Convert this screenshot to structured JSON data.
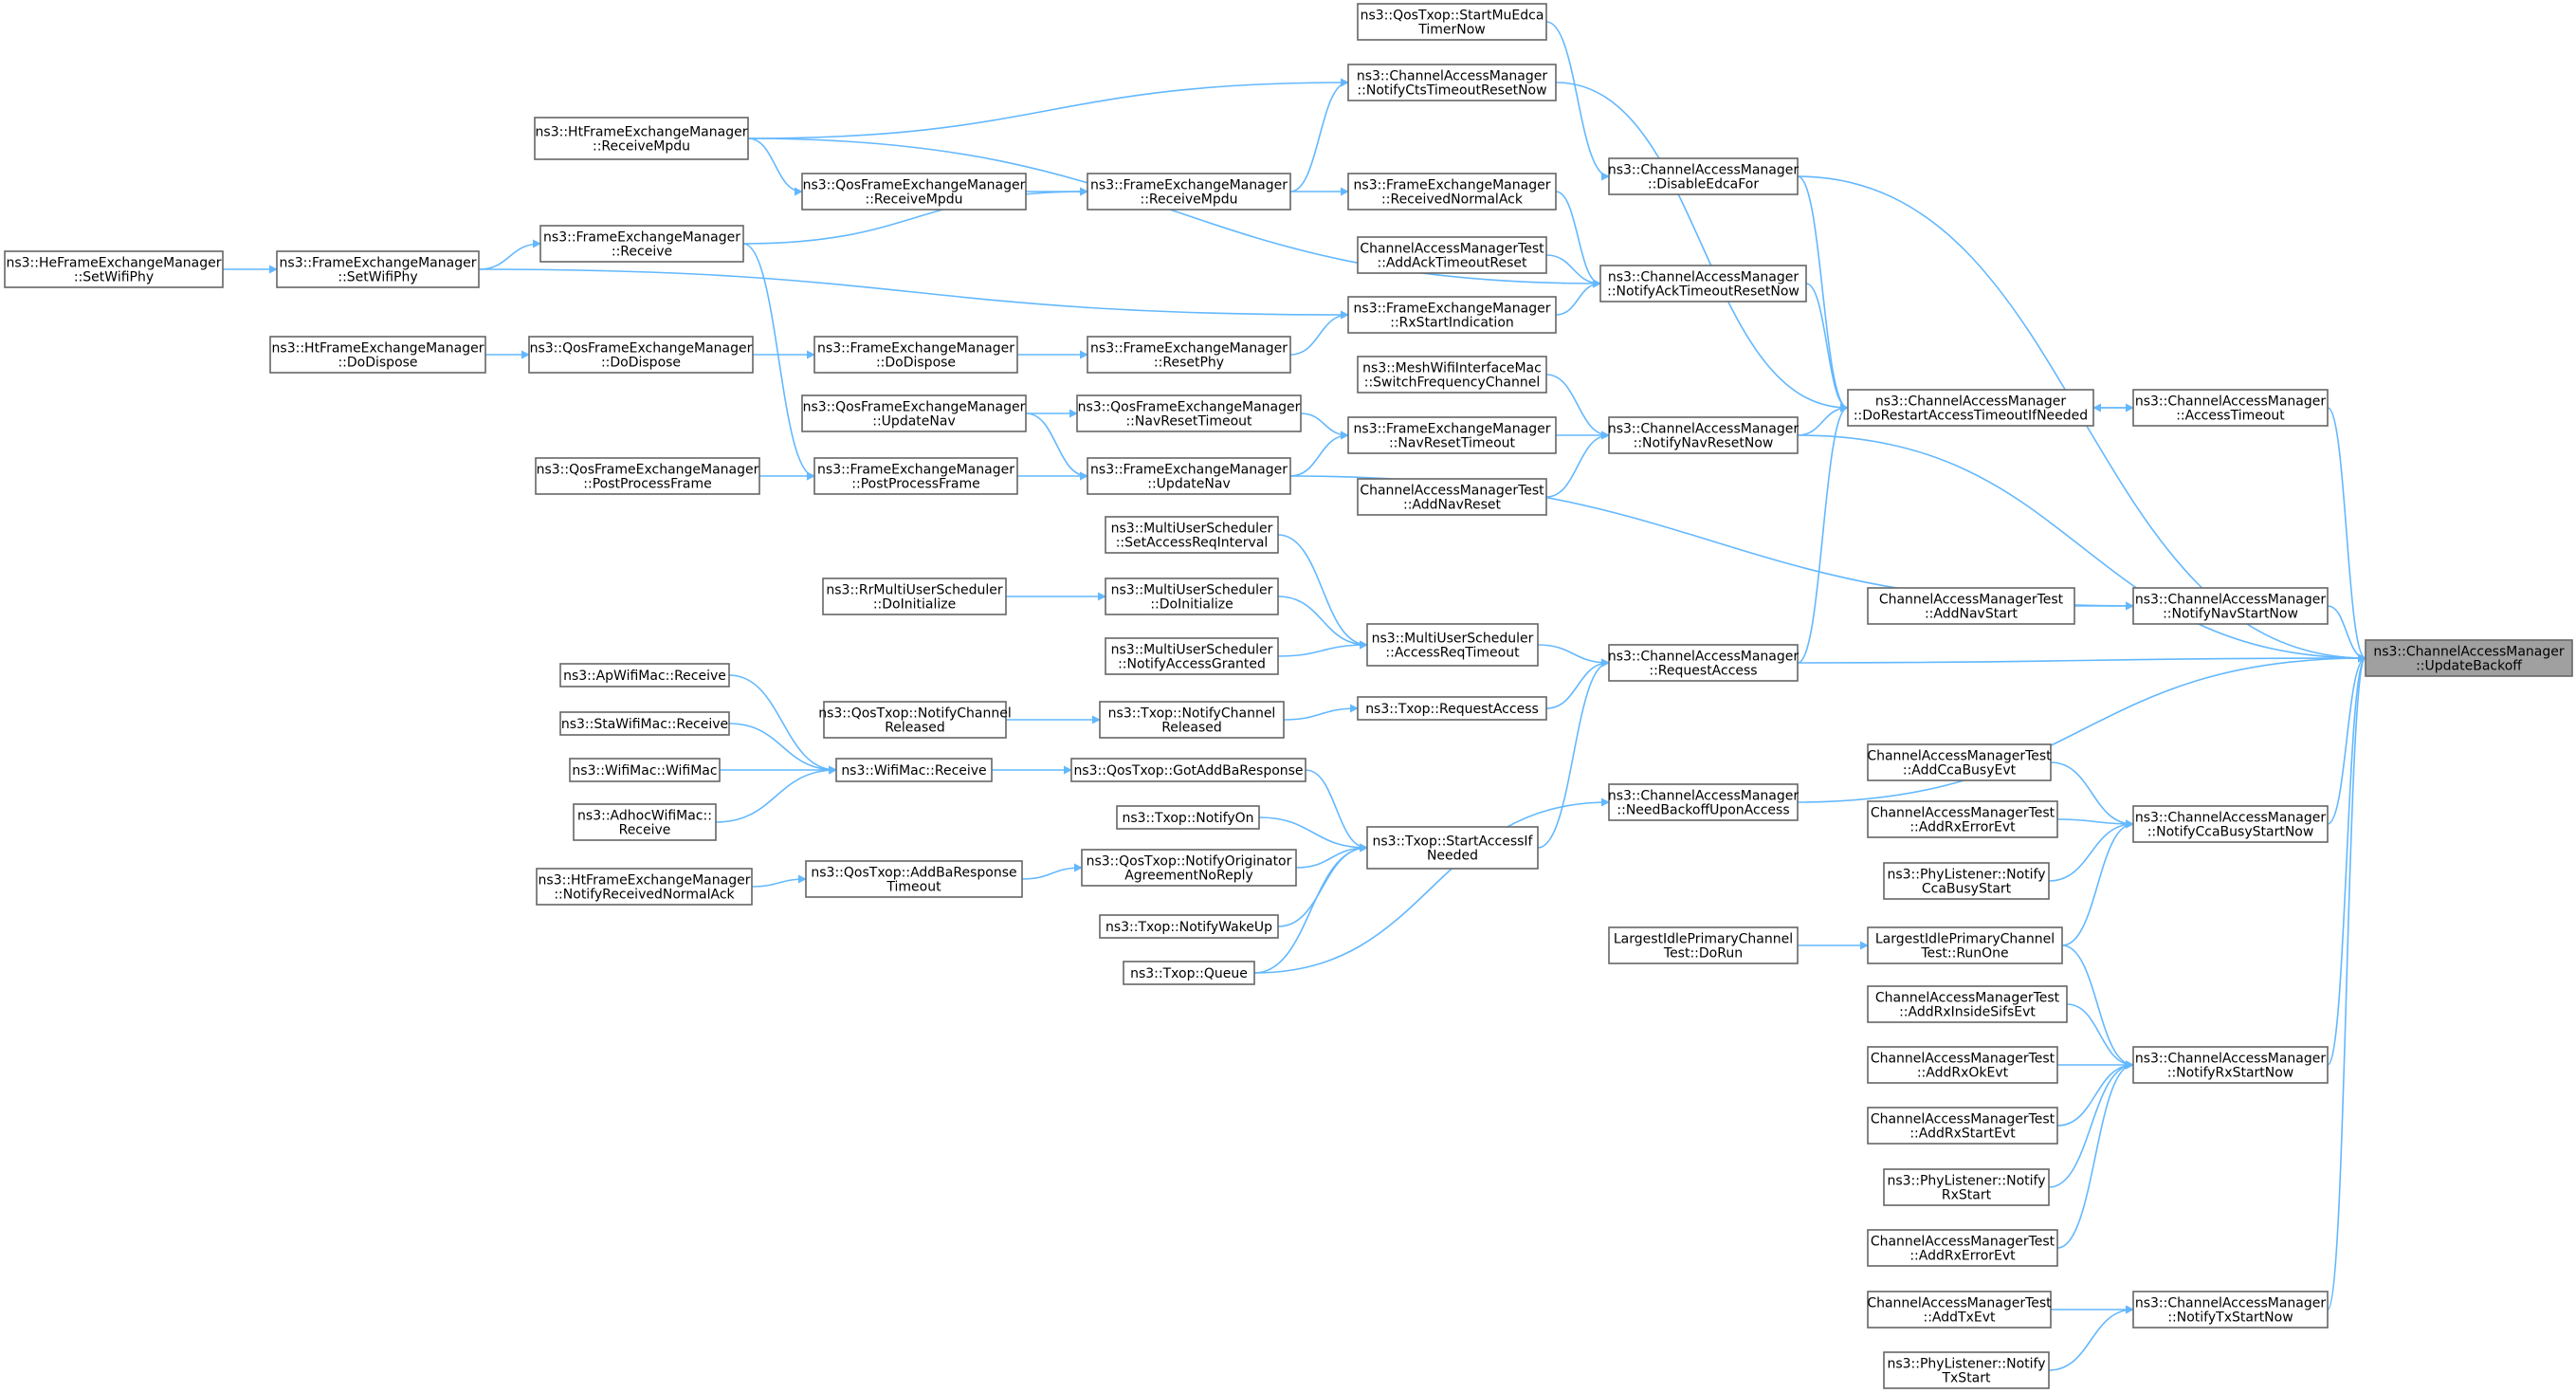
{
  "colors": {
    "edge": "#63b8ff",
    "node_border": "#666666",
    "target_fill": "#a0a0a0",
    "background": "#ffffff"
  },
  "nodes": [
    {
      "id": "updatebackoff",
      "lines": [
        "ns3::ChannelAccessManager",
        "::UpdateBackoff"
      ],
      "target": true
    },
    {
      "id": "accesstimeout",
      "lines": [
        "ns3::ChannelAccessManager",
        "::AccessTimeout"
      ]
    },
    {
      "id": "dorestart",
      "lines": [
        "ns3::ChannelAccessManager",
        "::DoRestartAccessTimeoutIfNeeded"
      ]
    },
    {
      "id": "disableedca",
      "lines": [
        "ns3::ChannelAccessManager",
        "::DisableEdcaFor"
      ]
    },
    {
      "id": "startmuedca",
      "lines": [
        "ns3::QosTxop::StartMuEdca",
        "TimerNow"
      ]
    },
    {
      "id": "notifycts",
      "lines": [
        "ns3::ChannelAccessManager",
        "::NotifyCtsTimeoutResetNow"
      ]
    },
    {
      "id": "htrecvmpdu",
      "lines": [
        "ns3::HtFrameExchangeManager",
        "::ReceiveMpdu"
      ]
    },
    {
      "id": "qosrecvmpdu",
      "lines": [
        "ns3::QosFrameExchangeManager",
        "::ReceiveMpdu"
      ]
    },
    {
      "id": "ferecvmpdu",
      "lines": [
        "ns3::FrameExchangeManager",
        "::ReceiveMpdu"
      ]
    },
    {
      "id": "fereceive",
      "lines": [
        "ns3::FrameExchangeManager",
        "::Receive"
      ]
    },
    {
      "id": "fesetwifiphy",
      "lines": [
        "ns3::FrameExchangeManager",
        "::SetWifiPhy"
      ]
    },
    {
      "id": "hesetwifiphy",
      "lines": [
        "ns3::HeFrameExchangeManager",
        "::SetWifiPhy"
      ]
    },
    {
      "id": "recvnormalack",
      "lines": [
        "ns3::FrameExchangeManager",
        "::ReceivedNormalAck"
      ]
    },
    {
      "id": "addacktimeout",
      "lines": [
        "ChannelAccessManagerTest",
        "::AddAckTimeoutReset"
      ]
    },
    {
      "id": "notifyack",
      "lines": [
        "ns3::ChannelAccessManager",
        "::NotifyAckTimeoutResetNow"
      ]
    },
    {
      "id": "rxstartind",
      "lines": [
        "ns3::FrameExchangeManager",
        "::RxStartIndication"
      ]
    },
    {
      "id": "htdodispose",
      "lines": [
        "ns3::HtFrameExchangeManager",
        "::DoDispose"
      ]
    },
    {
      "id": "qosdodispose",
      "lines": [
        "ns3::QosFrameExchangeManager",
        "::DoDispose"
      ]
    },
    {
      "id": "fedodispose",
      "lines": [
        "ns3::FrameExchangeManager",
        "::DoDispose"
      ]
    },
    {
      "id": "feresetphy",
      "lines": [
        "ns3::FrameExchangeManager",
        "::ResetPhy"
      ]
    },
    {
      "id": "meshswitch",
      "lines": [
        "ns3::MeshWifiInterfaceMac",
        "::SwitchFrequencyChannel"
      ]
    },
    {
      "id": "notifynavreset",
      "lines": [
        "ns3::ChannelAccessManager",
        "::NotifyNavResetNow"
      ]
    },
    {
      "id": "qosupdatenav",
      "lines": [
        "ns3::QosFrameExchangeManager",
        "::UpdateNav"
      ]
    },
    {
      "id": "qosnavreset",
      "lines": [
        "ns3::QosFrameExchangeManager",
        "::NavResetTimeout"
      ]
    },
    {
      "id": "fenavreset",
      "lines": [
        "ns3::FrameExchangeManager",
        "::NavResetTimeout"
      ]
    },
    {
      "id": "addnavreset",
      "lines": [
        "ChannelAccessManagerTest",
        "::AddNavReset"
      ]
    },
    {
      "id": "qospostprocess",
      "lines": [
        "ns3::QosFrameExchangeManager",
        "::PostProcessFrame"
      ]
    },
    {
      "id": "fepostprocess",
      "lines": [
        "ns3::FrameExchangeManager",
        "::PostProcessFrame"
      ]
    },
    {
      "id": "feupdatenav",
      "lines": [
        "ns3::FrameExchangeManager",
        "::UpdateNav"
      ]
    },
    {
      "id": "setaccessreq",
      "lines": [
        "ns3::MultiUserScheduler",
        "::SetAccessReqInterval"
      ]
    },
    {
      "id": "rrdoinit",
      "lines": [
        "ns3::RrMultiUserScheduler",
        "::DoInitialize"
      ]
    },
    {
      "id": "mudoinit",
      "lines": [
        "ns3::MultiUserScheduler",
        "::DoInitialize"
      ]
    },
    {
      "id": "muaccessgranted",
      "lines": [
        "ns3::MultiUserScheduler",
        "::NotifyAccessGranted"
      ]
    },
    {
      "id": "muaccessreqto",
      "lines": [
        "ns3::MultiUserScheduler",
        "::AccessReqTimeout"
      ]
    },
    {
      "id": "addnavstart",
      "lines": [
        "ChannelAccessManagerTest",
        "::AddNavStart"
      ]
    },
    {
      "id": "notifynavstart",
      "lines": [
        "ns3::ChannelAccessManager",
        "::NotifyNavStartNow"
      ]
    },
    {
      "id": "requestaccess",
      "lines": [
        "ns3::ChannelAccessManager",
        "::RequestAccess"
      ]
    },
    {
      "id": "apreceive",
      "lines": [
        "ns3::ApWifiMac::Receive"
      ]
    },
    {
      "id": "stareceive",
      "lines": [
        "ns3::StaWifiMac::Receive"
      ]
    },
    {
      "id": "wifimacwifimac",
      "lines": [
        "ns3::WifiMac::WifiMac"
      ]
    },
    {
      "id": "adhocreceive",
      "lines": [
        "ns3::AdhocWifiMac::",
        "Receive"
      ]
    },
    {
      "id": "wifimacreceive",
      "lines": [
        "ns3::WifiMac::Receive"
      ]
    },
    {
      "id": "qosnotifychrel",
      "lines": [
        "ns3::QosTxop::NotifyChannel",
        "Released"
      ]
    },
    {
      "id": "txopnotifychrel",
      "lines": [
        "ns3::Txop::NotifyChannel",
        "Released"
      ]
    },
    {
      "id": "txoprequestaccess",
      "lines": [
        "ns3::Txop::RequestAccess"
      ]
    },
    {
      "id": "gotaddba",
      "lines": [
        "ns3::QosTxop::GotAddBaResponse"
      ]
    },
    {
      "id": "txopnotifyon",
      "lines": [
        "ns3::Txop::NotifyOn"
      ]
    },
    {
      "id": "htnotifyrecvack",
      "lines": [
        "ns3::HtFrameExchangeManager",
        "::NotifyReceivedNormalAck"
      ]
    },
    {
      "id": "addbatimeout",
      "lines": [
        "ns3::QosTxop::AddBaResponse",
        "Timeout"
      ]
    },
    {
      "id": "notifyorigagree",
      "lines": [
        "ns3::QosTxop::NotifyOriginator",
        "AgreementNoReply"
      ]
    },
    {
      "id": "txopnotifywake",
      "lines": [
        "ns3::Txop::NotifyWakeUp"
      ]
    },
    {
      "id": "txopqueue",
      "lines": [
        "ns3::Txop::Queue"
      ]
    },
    {
      "id": "startaccessif",
      "lines": [
        "ns3::Txop::StartAccessIf",
        "Needed"
      ]
    },
    {
      "id": "needbackoff",
      "lines": [
        "ns3::ChannelAccessManager",
        "::NeedBackoffUponAccess"
      ]
    },
    {
      "id": "addccabusy",
      "lines": [
        "ChannelAccessManagerTest",
        "::AddCcaBusyEvt"
      ]
    },
    {
      "id": "addrxerror1",
      "lines": [
        "ChannelAccessManagerTest",
        "::AddRxErrorEvt"
      ]
    },
    {
      "id": "phyccabusy",
      "lines": [
        "ns3::PhyListener::Notify",
        "CcaBusyStart"
      ]
    },
    {
      "id": "notifyccabusy",
      "lines": [
        "ns3::ChannelAccessManager",
        "::NotifyCcaBusyStartNow"
      ]
    },
    {
      "id": "largestdorun",
      "lines": [
        "LargestIdlePrimaryChannel",
        "Test::DoRun"
      ]
    },
    {
      "id": "largestrunone",
      "lines": [
        "LargestIdlePrimaryChannel",
        "Test::RunOne"
      ]
    },
    {
      "id": "addrxinsidesifs",
      "lines": [
        "ChannelAccessManagerTest",
        "::AddRxInsideSifsEvt"
      ]
    },
    {
      "id": "addrxok",
      "lines": [
        "ChannelAccessManagerTest",
        "::AddRxOkEvt"
      ]
    },
    {
      "id": "addrxstart",
      "lines": [
        "ChannelAccessManagerTest",
        "::AddRxStartEvt"
      ]
    },
    {
      "id": "phyrxstart",
      "lines": [
        "ns3::PhyListener::Notify",
        "RxStart"
      ]
    },
    {
      "id": "addrxerror2",
      "lines": [
        "ChannelAccessManagerTest",
        "::AddRxErrorEvt"
      ]
    },
    {
      "id": "notifyrxstart",
      "lines": [
        "ns3::ChannelAccessManager",
        "::NotifyRxStartNow"
      ]
    },
    {
      "id": "addtxevt",
      "lines": [
        "ChannelAccessManagerTest",
        "::AddTxEvt"
      ]
    },
    {
      "id": "phytxstart",
      "lines": [
        "ns3::PhyListener::Notify",
        "TxStart"
      ]
    },
    {
      "id": "notifytxstart",
      "lines": [
        "ns3::ChannelAccessManager",
        "::NotifyTxStartNow"
      ]
    }
  ],
  "edges": [
    [
      "accesstimeout",
      "updatebackoff"
    ],
    [
      "dorestart",
      "accesstimeout"
    ],
    [
      "accesstimeout",
      "dorestart"
    ],
    [
      "disableedca",
      "updatebackoff"
    ],
    [
      "startmuedca",
      "disableedca"
    ],
    [
      "disableedca",
      "dorestart"
    ],
    [
      "notifycts",
      "dorestart"
    ],
    [
      "htrecvmpdu",
      "notifycts"
    ],
    [
      "ferecvmpdu",
      "notifycts"
    ],
    [
      "htrecvmpdu",
      "qosrecvmpdu"
    ],
    [
      "qosrecvmpdu",
      "ferecvmpdu"
    ],
    [
      "fereceive",
      "ferecvmpdu"
    ],
    [
      "fesetwifiphy",
      "fereceive"
    ],
    [
      "hesetwifiphy",
      "fesetwifiphy"
    ],
    [
      "fesetwifiphy",
      "rxstartind"
    ],
    [
      "ferecvmpdu",
      "recvnormalack"
    ],
    [
      "recvnormalack",
      "notifyack"
    ],
    [
      "addacktimeout",
      "notifyack"
    ],
    [
      "rxstartind",
      "notifyack"
    ],
    [
      "htrecvmpdu",
      "notifyack"
    ],
    [
      "notifyack",
      "dorestart"
    ],
    [
      "htdodispose",
      "qosdodispose"
    ],
    [
      "qosdodispose",
      "fedodispose"
    ],
    [
      "fedodispose",
      "feresetphy"
    ],
    [
      "feresetphy",
      "rxstartind"
    ],
    [
      "meshswitch",
      "notifynavreset"
    ],
    [
      "fenavreset",
      "notifynavreset"
    ],
    [
      "addnavreset",
      "notifynavreset"
    ],
    [
      "notifynavreset",
      "dorestart"
    ],
    [
      "notifynavreset",
      "updatebackoff"
    ],
    [
      "qosupdatenav",
      "qosnavreset"
    ],
    [
      "qosnavreset",
      "fenavreset"
    ],
    [
      "feupdatenav",
      "fenavreset"
    ],
    [
      "qosupdatenav",
      "feupdatenav"
    ],
    [
      "qospostprocess",
      "fepostprocess"
    ],
    [
      "fepostprocess",
      "feupdatenav"
    ],
    [
      "fereceive",
      "fepostprocess"
    ],
    [
      "feupdatenav",
      "notifynavstart"
    ],
    [
      "setaccessreq",
      "muaccessreqto"
    ],
    [
      "rrdoinit",
      "mudoinit"
    ],
    [
      "mudoinit",
      "muaccessreqto"
    ],
    [
      "muaccessgranted",
      "muaccessreqto"
    ],
    [
      "muaccessreqto",
      "requestaccess"
    ],
    [
      "requestaccess",
      "updatebackoff"
    ],
    [
      "requestaccess",
      "dorestart"
    ],
    [
      "addnavstart",
      "notifynavstart"
    ],
    [
      "notifynavstart",
      "updatebackoff"
    ],
    [
      "apreceive",
      "wifimacreceive"
    ],
    [
      "stareceive",
      "wifimacreceive"
    ],
    [
      "wifimacwifimac",
      "wifimacreceive"
    ],
    [
      "adhocreceive",
      "wifimacreceive"
    ],
    [
      "wifimacreceive",
      "gotaddba"
    ],
    [
      "qosnotifychrel",
      "txopnotifychrel"
    ],
    [
      "txopnotifychrel",
      "txoprequestaccess"
    ],
    [
      "txoprequestaccess",
      "requestaccess"
    ],
    [
      "gotaddba",
      "startaccessif"
    ],
    [
      "txopnotifyon",
      "startaccessif"
    ],
    [
      "htnotifyrecvack",
      "addbatimeout"
    ],
    [
      "addbatimeout",
      "notifyorigagree"
    ],
    [
      "notifyorigagree",
      "startaccessif"
    ],
    [
      "txopnotifywake",
      "startaccessif"
    ],
    [
      "txopqueue",
      "startaccessif"
    ],
    [
      "startaccessif",
      "requestaccess"
    ],
    [
      "txopqueue",
      "needbackoff"
    ],
    [
      "needbackoff",
      "updatebackoff"
    ],
    [
      "addccabusy",
      "notifyccabusy"
    ],
    [
      "addrxerror1",
      "notifyccabusy"
    ],
    [
      "phyccabusy",
      "notifyccabusy"
    ],
    [
      "largestrunone",
      "notifyccabusy"
    ],
    [
      "notifyccabusy",
      "updatebackoff"
    ],
    [
      "largestdorun",
      "largestrunone"
    ],
    [
      "addrxinsidesifs",
      "notifyrxstart"
    ],
    [
      "addrxok",
      "notifyrxstart"
    ],
    [
      "addrxstart",
      "notifyrxstart"
    ],
    [
      "phyrxstart",
      "notifyrxstart"
    ],
    [
      "addrxerror2",
      "notifyrxstart"
    ],
    [
      "largestrunone",
      "notifyrxstart"
    ],
    [
      "notifyrxstart",
      "updatebackoff"
    ],
    [
      "addtxevt",
      "notifytxstart"
    ],
    [
      "phytxstart",
      "notifytxstart"
    ],
    [
      "notifytxstart",
      "updatebackoff"
    ]
  ]
}
